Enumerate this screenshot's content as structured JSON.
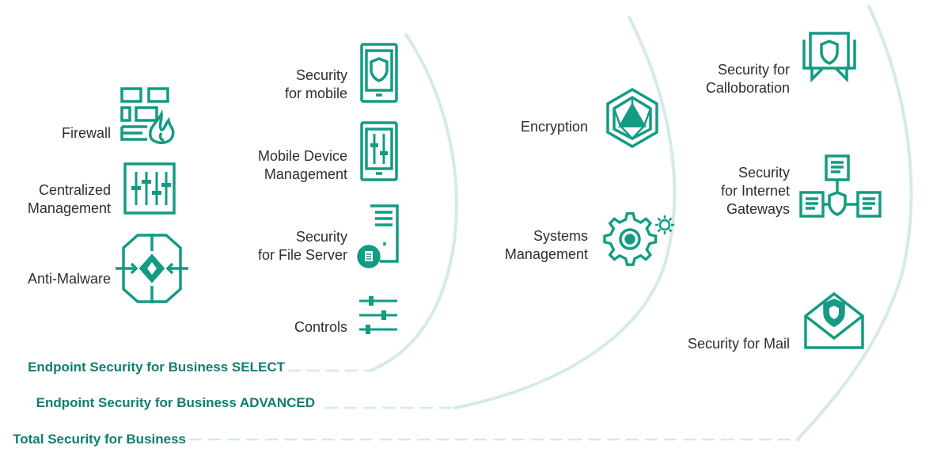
{
  "colors": {
    "brand": "#139b83",
    "tier_text": "#0f7f6c",
    "arc": "#d5ebe5",
    "label_text": "#2e2e2e"
  },
  "tiers": {
    "select": "Endpoint Security for Business SELECT",
    "advanced": "Endpoint Security for Business ADVANCED",
    "total": "Total Security for Business"
  },
  "features": {
    "firewall": {
      "icon": "firewall-icon",
      "lines": [
        "Firewall"
      ]
    },
    "centralized_management": {
      "icon": "equalizer-panel-icon",
      "lines": [
        "Centralized",
        "Management"
      ]
    },
    "anti_malware": {
      "icon": "anti-malware-icon",
      "lines": [
        "Anti-Malware"
      ]
    },
    "security_mobile": {
      "icon": "mobile-shield-icon",
      "lines": [
        "Security",
        "for mobile"
      ]
    },
    "mobile_device_management": {
      "icon": "mobile-sliders-icon",
      "lines": [
        "Mobile Device",
        "Management"
      ]
    },
    "security_file_server": {
      "icon": "file-server-icon",
      "lines": [
        "Security",
        "for File Server"
      ]
    },
    "controls": {
      "icon": "sliders-icon",
      "lines": [
        "Controls"
      ]
    },
    "encryption": {
      "icon": "encryption-icon",
      "lines": [
        "Encryption"
      ]
    },
    "systems_management": {
      "icon": "gears-icon",
      "lines": [
        "Systems",
        "Management"
      ]
    },
    "security_collaboration": {
      "icon": "chat-shield-icon",
      "lines": [
        "Security for",
        "Calloboration"
      ]
    },
    "security_internet_gateways": {
      "icon": "gateway-network-icon",
      "lines": [
        "Security",
        "for Internet",
        "Gateways"
      ]
    },
    "security_mail": {
      "icon": "mail-shield-icon",
      "lines": [
        "Security for Mail"
      ]
    }
  }
}
